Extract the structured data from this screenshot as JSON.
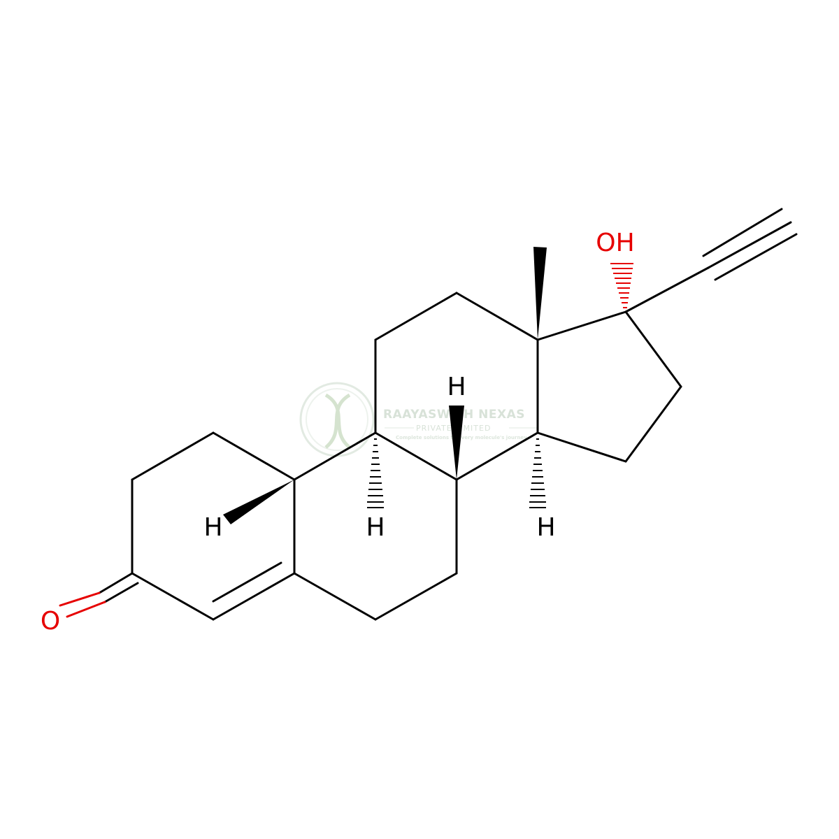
{
  "watermark": {
    "company": "RAAYASWITH NEXAS",
    "subtitle": "PRIVATE LIMITED",
    "tagline": "Complete solutions to every molecule's journey"
  },
  "atoms": {
    "oxygen_ketone": "O",
    "hydroxyl": "OH",
    "h_c10": "H",
    "h_c9": "H",
    "h_c8": "H",
    "h_c14": "H"
  },
  "colors": {
    "bond": "#000000",
    "heteroatom": "#e60000",
    "watermark": "#d8e2d8"
  }
}
